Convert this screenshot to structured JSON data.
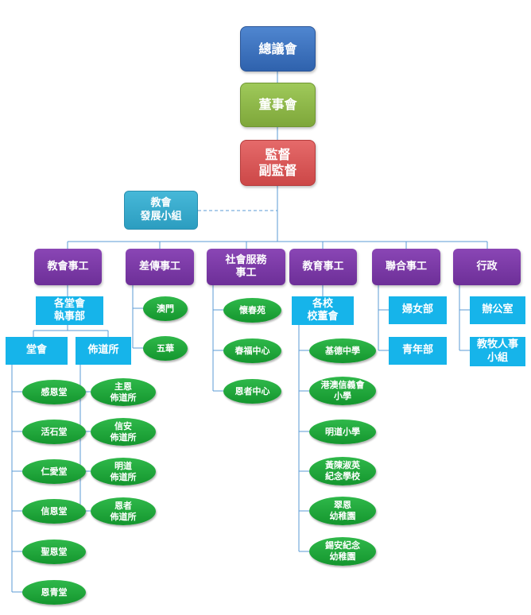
{
  "top": {
    "general_assembly": "總議會",
    "board": "董事會",
    "superintendent": "監督\n副監督",
    "church_dev_group": "教會\n發展小組"
  },
  "departments": {
    "church_affairs": "教會事工",
    "mission_affairs": "差傳事工",
    "social_service": "社會服務\n事工",
    "education_affairs": "教育事工",
    "joint_affairs": "聯合事工",
    "administration": "行政"
  },
  "church_branch": {
    "executive_committees": "各堂會\n執事部",
    "congregations_label": "堂會",
    "mission_stations_label": "佈道所",
    "congregations": [
      "感恩堂",
      "活石堂",
      "仁愛堂",
      "信恩堂",
      "聖恩堂",
      "恩青堂"
    ],
    "mission_stations": [
      "主恩\n佈道所",
      "信安\n佈道所",
      "明道\n佈道所",
      "恩者\n佈道所"
    ]
  },
  "mission_branch": {
    "items": [
      "澳門",
      "五華"
    ]
  },
  "social_branch": {
    "items": [
      "懷春苑",
      "春福中心",
      "恩者中心"
    ]
  },
  "education_branch": {
    "school_boards": "各校\n校董會",
    "schools": [
      "基德中學",
      "港澳信義會\n小學",
      "明道小學",
      "黃陳淑英\n紀念學校",
      "翠恩\n幼稚園",
      "錫安紀念\n幼稚園"
    ]
  },
  "joint_branch": {
    "items": [
      "婦女部",
      "青年部"
    ]
  },
  "admin_branch": {
    "items": [
      "辦公室",
      "教牧人事\n小組"
    ]
  },
  "colors": {
    "connector": "#5b9bd5",
    "dept_purple": "#7030a0",
    "sub_blue": "#16b4ea",
    "pill_green": "#1ca23a"
  }
}
